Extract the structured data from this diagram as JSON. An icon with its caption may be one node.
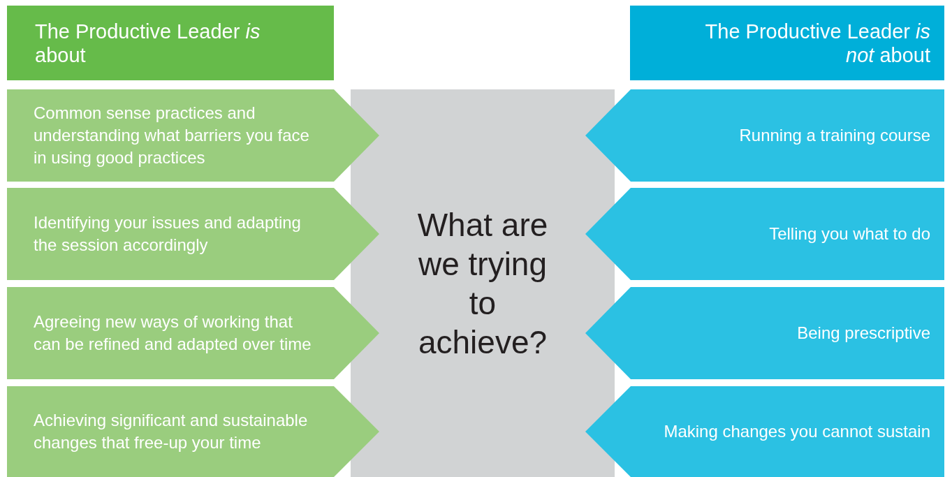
{
  "diagram": {
    "nodes": [
      {
        "text": [
          "The Productive Leader *is* about"
        ]
      },
      {
        "text": [
          "The Productive Leader *is not* about"
        ]
      },
      {
        "text": [
          "Common sense practices and understanding what barriers you face in using good practices"
        ]
      },
      {
        "text": [
          "Identifying your issues and adapting the session accordingly"
        ]
      },
      {
        "text": [
          "Agreeing new ways of working that can be refined and adapted over time"
        ]
      },
      {
        "text": [
          "Achieving significant and sustainable changes that free-up your time"
        ]
      },
      {
        "text": [
          "What are we trying to achieve?"
        ]
      },
      {
        "text": [
          "Running a training course"
        ]
      },
      {
        "text": [
          "Telling you what to do"
        ]
      },
      {
        "text": [
          "Being prescriptive"
        ]
      },
      {
        "text": [
          "Making changes you cannot sustain"
        ]
      }
    ]
  }
}
